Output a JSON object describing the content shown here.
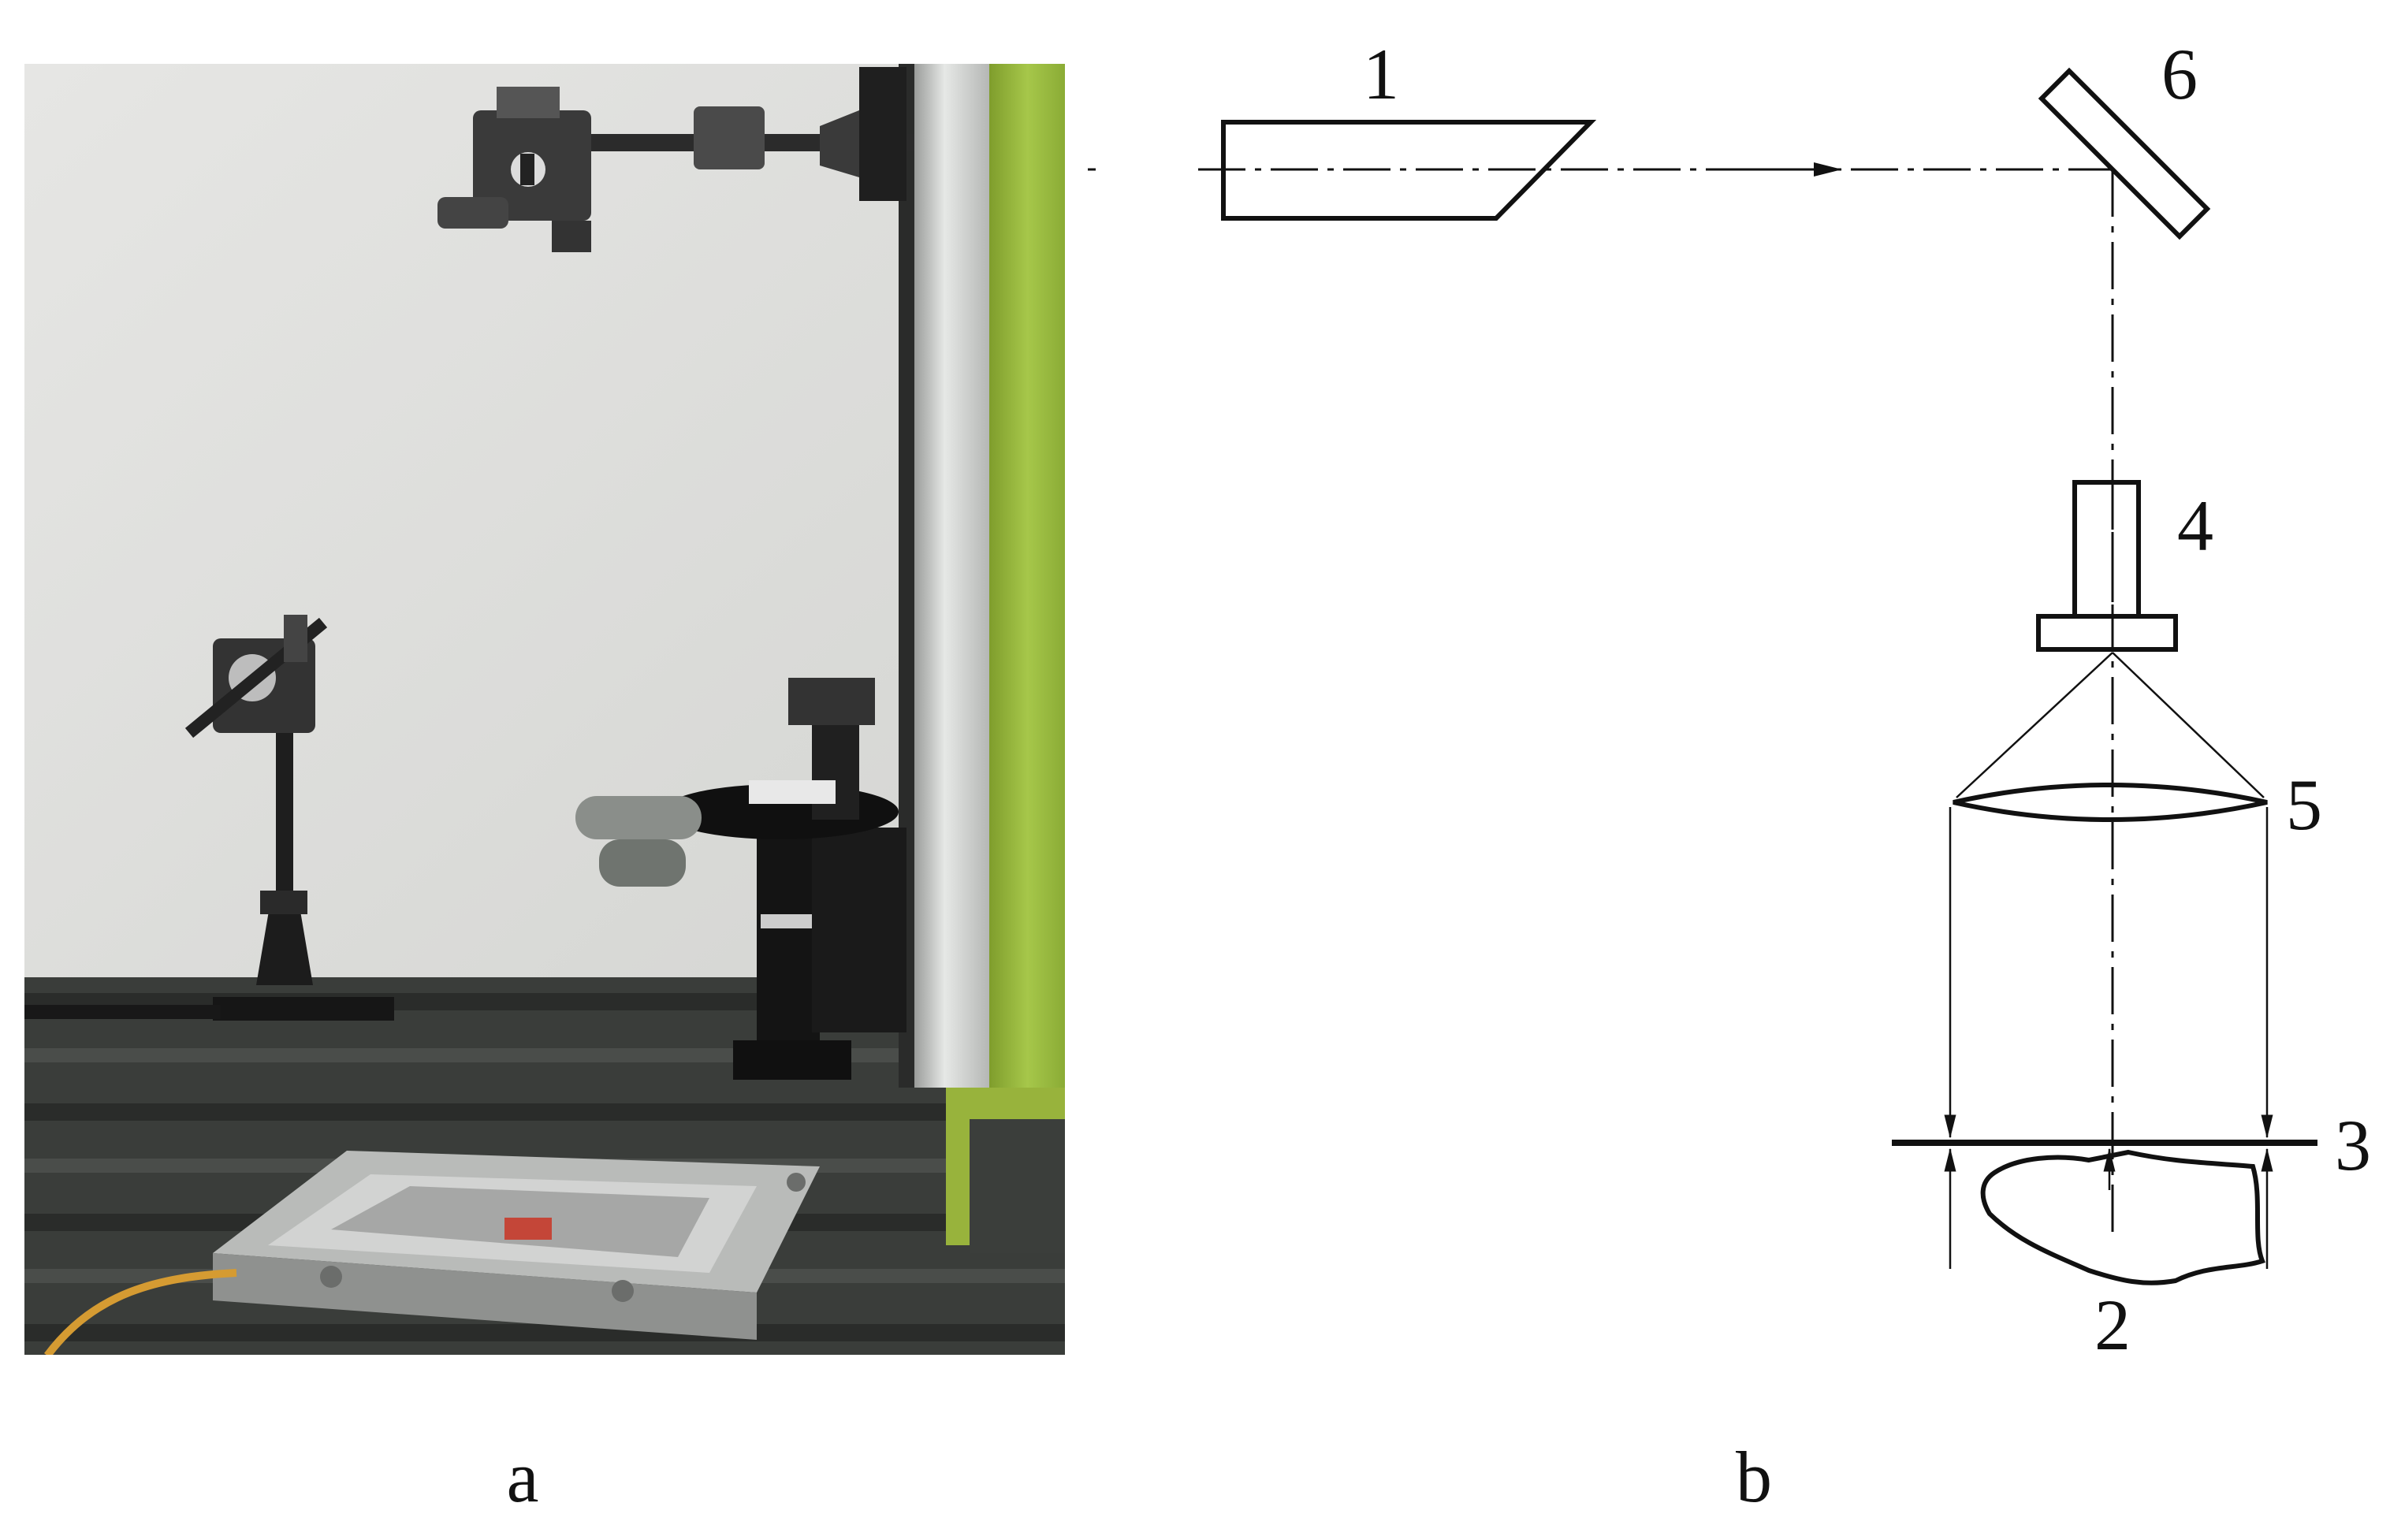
{
  "panel_labels": {
    "a": "a",
    "b": "b"
  },
  "callouts": {
    "laser": "1",
    "workpiece": "2",
    "plate": "3",
    "beam_expander": "4",
    "lens": "5",
    "mirror": "6"
  },
  "colors": {
    "ink": "#111111",
    "backdrop": "#e2e2e2",
    "table": "#3a3d3a",
    "column_green": "#93b53a",
    "aluminium": "#c4c6c4"
  }
}
